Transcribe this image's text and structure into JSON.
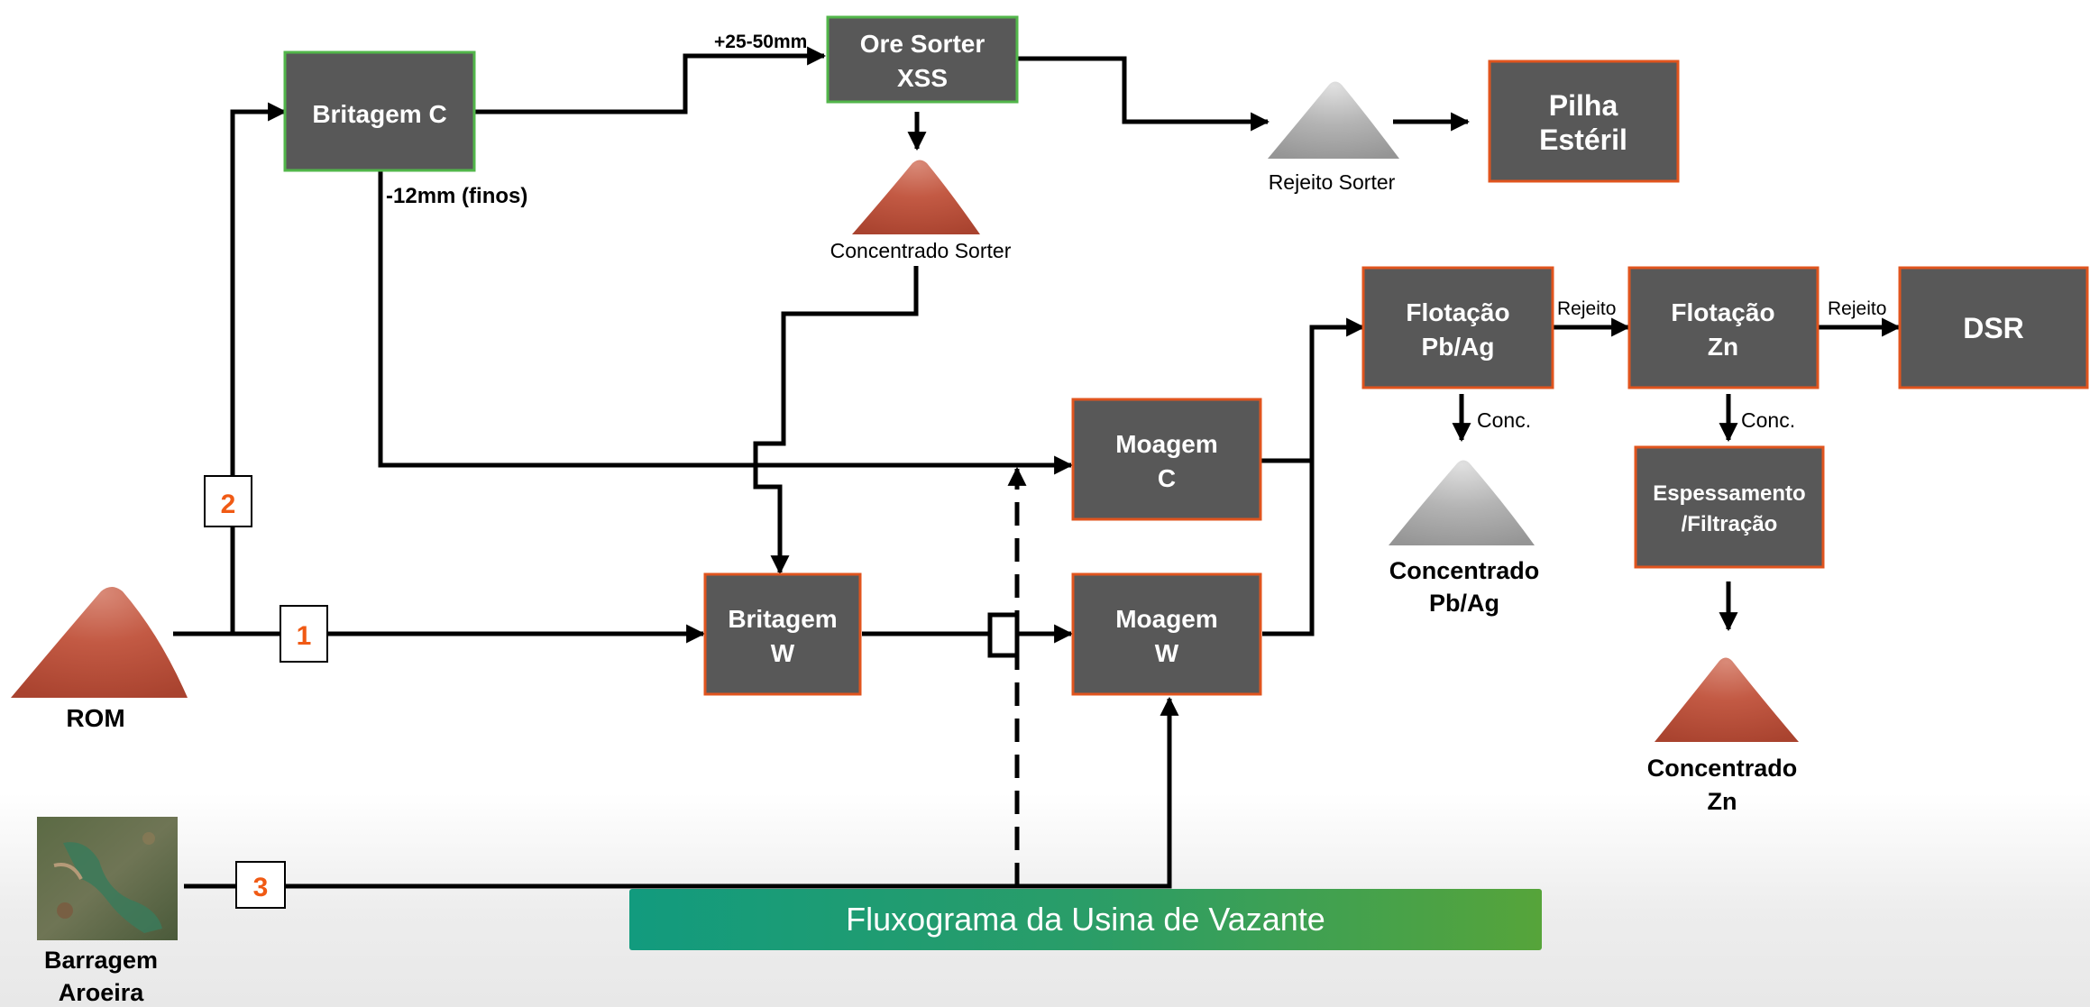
{
  "title": "Fluxograma da Usina de Vazante",
  "colors": {
    "box_fill": "#585858",
    "border_green": "#52b64a",
    "border_orange": "#e0541e",
    "pile_red": "#c0513e",
    "pile_gray": "#a8a8a8",
    "banner_start": "#129b7e",
    "banner_end": "#56a43a",
    "step_number": "#f05a14"
  },
  "boxes": {
    "britagem_c": {
      "line1": "Britagem C",
      "line2": ""
    },
    "ore_sorter": {
      "line1": "Ore Sorter",
      "line2": "XSS"
    },
    "pilha_esteril": {
      "line1": "Pilha",
      "line2": "Estéril"
    },
    "flotacao_pbag": {
      "line1": "Flotação",
      "line2": "Pb/Ag"
    },
    "flotacao_zn": {
      "line1": "Flotação",
      "line2": "Zn"
    },
    "dsr": {
      "line1": "DSR",
      "line2": ""
    },
    "moagem_c": {
      "line1": "Moagem",
      "line2": "C"
    },
    "moagem_w": {
      "line1": "Moagem",
      "line2": "W"
    },
    "britagem_w": {
      "line1": "Britagem",
      "line2": "W"
    },
    "espessamento": {
      "line1": "Espessamento",
      "line2": "/Filtração"
    }
  },
  "piles": {
    "rom": {
      "line1": "ROM",
      "line2": ""
    },
    "concentrado_sorter": {
      "line1": "Concentrado Sorter",
      "line2": ""
    },
    "rejeito_sorter": {
      "line1": "Rejeito Sorter",
      "line2": ""
    },
    "concentrado_pbag": {
      "line1": "Concentrado",
      "line2": "Pb/Ag"
    },
    "concentrado_zn": {
      "line1": "Concentrado",
      "line2": "Zn"
    }
  },
  "barragem": {
    "line1": "Barragem",
    "line2": "Aroeira"
  },
  "edge_labels": {
    "sorter_feed": "+25-50mm",
    "fines": "-12mm (finos)",
    "rejeito_1": "Rejeito",
    "rejeito_2": "Rejeito",
    "conc_1": "Conc.",
    "conc_2": "Conc."
  },
  "route_numbers": [
    "1",
    "2",
    "3"
  ]
}
